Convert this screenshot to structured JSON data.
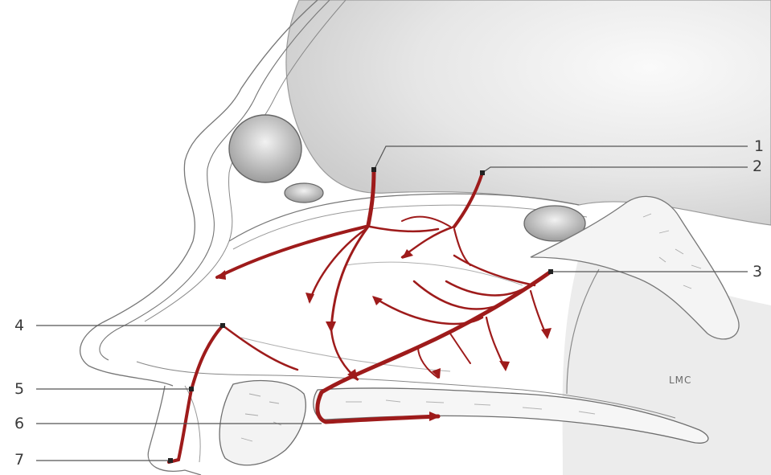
{
  "labels": {
    "l1": "1",
    "l2": "2",
    "l3": "3",
    "l4": "4",
    "l5": "5",
    "l6": "6",
    "l7": "7",
    "region_tag": "LMC"
  },
  "colors": {
    "artery": "#9e1b1b",
    "outline": "#6e6e6e",
    "shade": "#cfcfcf",
    "background": "#ffffff"
  }
}
